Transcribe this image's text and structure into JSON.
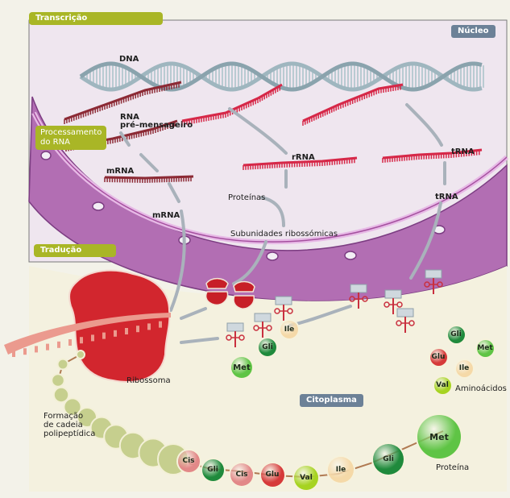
{
  "sections": {
    "transcription": "Transcrição",
    "nucleus": "Núcleo",
    "rna_processing_line1": "Processamento",
    "rna_processing_line2": "do RNA",
    "translation": "Tradução",
    "cytoplasm": "Citoplasma"
  },
  "labels": {
    "dna": "DNA",
    "pre_mrna_line1": "RNA",
    "pre_mrna_line2": "pré–mensageiro",
    "mrna_nucleus": "mRNA",
    "mrna_exit": "mRNA",
    "rrna": "rRNA",
    "trna_nucleus": "tRNA",
    "trna_exit": "tRNA",
    "proteins": "Proteínas",
    "ribosomal_subunits": "Subunidades ribossómicas",
    "ribosome": "Ribossoma",
    "polypeptide_line1": "Formação",
    "polypeptide_line2": "de cadeia",
    "polypeptide_line3": "polipeptídica",
    "amino_acids": "Aminoácidos",
    "protein": "Proteína"
  },
  "trna_with_amino_acids": [
    {
      "name": "Met",
      "color": "#5fc445"
    },
    {
      "name": "Gli",
      "color": "#1f8a3c"
    },
    {
      "name": "Ile",
      "color": "#f5d9a8"
    }
  ],
  "free_amino_acids": [
    {
      "name": "Gli",
      "color": "#1f8a3c"
    },
    {
      "name": "Met",
      "color": "#5fc445"
    },
    {
      "name": "Glu",
      "color": "#d63a3a"
    },
    {
      "name": "Ile",
      "color": "#f5d9a8"
    },
    {
      "name": "Val",
      "color": "#a6d321"
    }
  ],
  "protein_chain": [
    {
      "name": "Cis",
      "color": "#e28888"
    },
    {
      "name": "Gli",
      "color": "#1f8a3c"
    },
    {
      "name": "Cis",
      "color": "#e28888"
    },
    {
      "name": "Glu",
      "color": "#d63a3a"
    },
    {
      "name": "Val",
      "color": "#a6d321"
    },
    {
      "name": "Ile",
      "color": "#f5d9a8"
    },
    {
      "name": "Gli",
      "color": "#1f8a3c"
    },
    {
      "name": "Met",
      "color": "#5fc445"
    }
  ],
  "colors": {
    "nucleus_fill": "#efe6ef",
    "envelope": "#b373b4",
    "envelope_dark": "#8f4c94",
    "dna": "#9fb6bf",
    "pre_mrna": "#8c2a35",
    "rna_red": "#d62848",
    "ribosome": "#d2262e",
    "arrow": "#a9b2bb",
    "tag_green": "#a9b626",
    "tag_blue": "#6c8197"
  }
}
